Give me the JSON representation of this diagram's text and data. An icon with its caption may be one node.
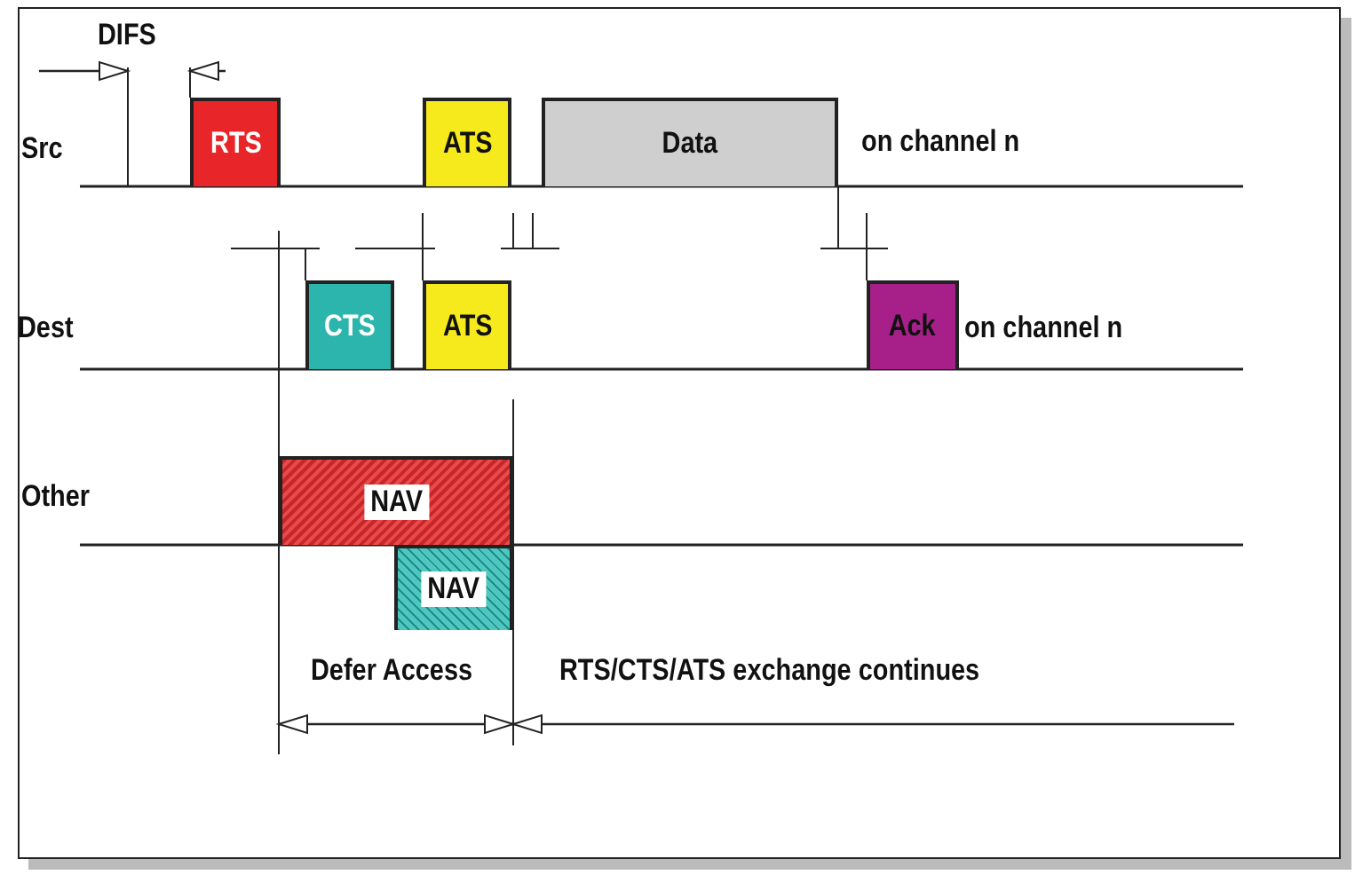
{
  "diagram": {
    "nodes": [
      {
        "text": [
          "RTS"
        ]
      },
      {
        "text": [
          "ATS"
        ]
      },
      {
        "text": [
          "Data"
        ],
        "beside": [
          "on channel n"
        ]
      },
      {
        "text": [
          "CTS"
        ]
      },
      {
        "text": [
          "ATS"
        ]
      },
      {
        "text": [
          "Ack"
        ],
        "beside": [
          "on channel n"
        ]
      },
      {
        "text": [
          "NAV"
        ]
      },
      {
        "text": [
          "NAV"
        ]
      }
    ],
    "edges": [],
    "labels": [
      "DIFS",
      "Src",
      "Dest",
      "Other",
      "Defer Access",
      "RTS/CTS/ATS exchange continues"
    ]
  }
}
